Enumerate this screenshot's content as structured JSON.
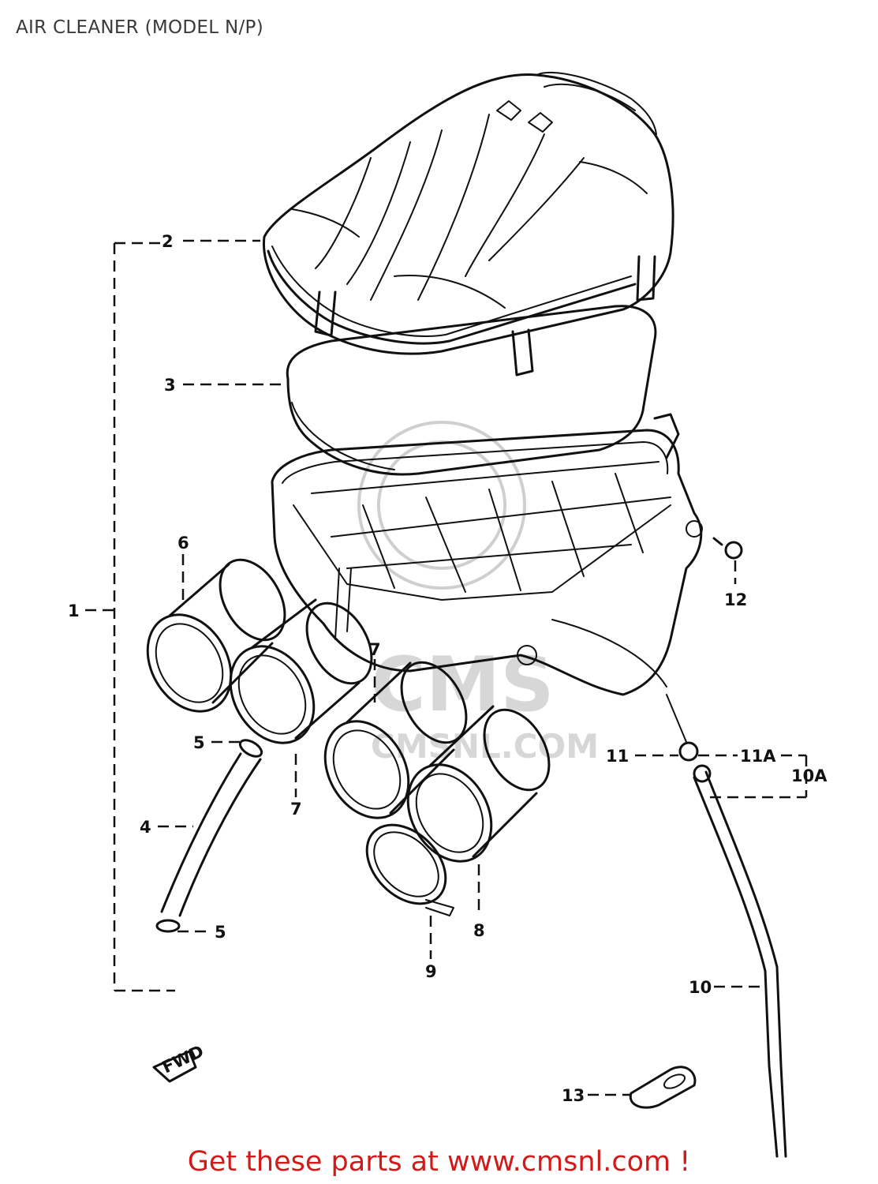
{
  "title": "AIR CLEANER (MODEL N/P)",
  "footer": "Get these parts at www.cmsnl.com !",
  "watermark": {
    "text": "CMS",
    "subtext": "CMSNL.COM"
  },
  "fwd_label": "FWD",
  "colors": {
    "footer": "#d11a1a",
    "ink": "#111111",
    "watermark": "#d7d7d7"
  },
  "labels": {
    "p1": "1",
    "p2": "2",
    "p3": "3",
    "p4": "4",
    "p5a": "5",
    "p5b": "5",
    "p6": "6",
    "p7a": "7",
    "p7b": "7",
    "p8": "8",
    "p9": "9",
    "p10": "10",
    "p10a": "10A",
    "p11": "11",
    "p11a": "11A",
    "p12": "12",
    "p13": "13"
  }
}
